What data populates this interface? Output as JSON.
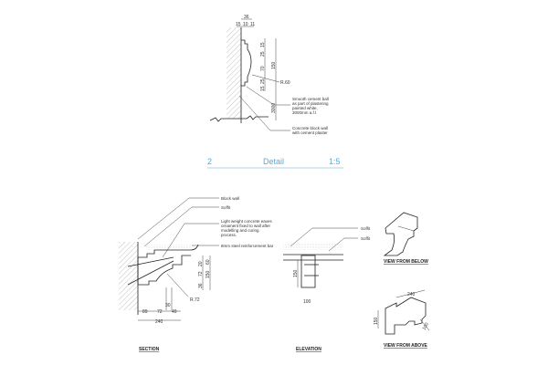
{
  "detail": {
    "dims_top": {
      "total": "36",
      "a": "15",
      "b": "10",
      "c": "11"
    },
    "dims_vertical": [
      "15",
      "25",
      "70",
      "25",
      "15"
    ],
    "height_total": "150",
    "radius": "R.60",
    "level": "3000",
    "note_ball": [
      "Smooth cement ball",
      "as part of plastering",
      "painted white,",
      "3000mm a.f.l"
    ],
    "note_wall": [
      "Concrete block wall",
      "with cement plaster"
    ],
    "title_number": "2",
    "title_name": "Detail",
    "title_scale": "1:5"
  },
  "section": {
    "notes": [
      "Block wall",
      "Soffit",
      "Light weight concrete eaves",
      "ornament fixed to wall after",
      "modelling and curing",
      "process.",
      "8mm steel reinforcement bar"
    ],
    "dims": {
      "v1": "20",
      "v2": "60",
      "v3": "72",
      "v4": "36",
      "vtotal": "150",
      "radius": "R.72",
      "h30": "30",
      "h1": "89",
      "h2": "72",
      "h3": "49",
      "htotal": "240"
    },
    "label": "SECTION"
  },
  "elevation": {
    "notes": [
      "Soffit",
      "Soffit"
    ],
    "dim_v": "150",
    "dim_h": "100",
    "label": "ELEVATION"
  },
  "views": {
    "below_label": "VIEW FROM BELOW",
    "above_label": "VIEW FROM ABOVE",
    "above_dims": {
      "length": "240",
      "height": "150",
      "depth": "100"
    }
  }
}
